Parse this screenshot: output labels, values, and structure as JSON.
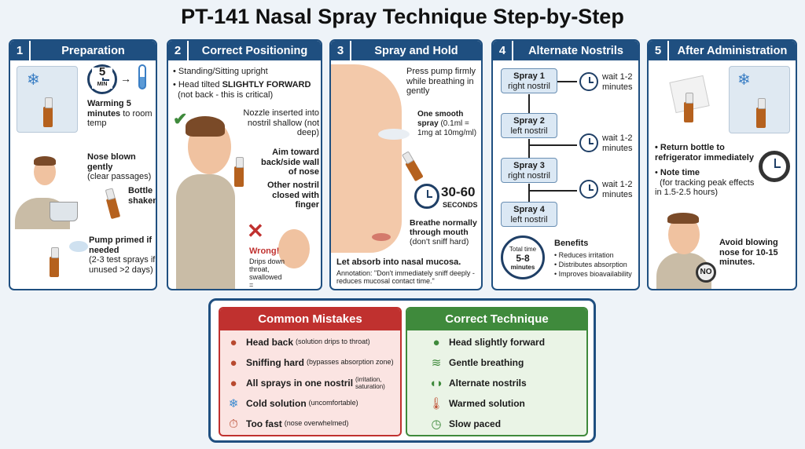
{
  "title": "PT-141 Nasal Spray Technique Step-by-Step",
  "panels": [
    {
      "num": "1",
      "title": "Preparation",
      "timer": "5",
      "timer_unit": "MIN",
      "warm_b": "Warming 5 minutes",
      "warm": "to room temp",
      "blow_b": "Nose blown gently",
      "blow": "(clear passages)",
      "shake": "Bottle shaken",
      "prime_b": "Pump primed if needed",
      "prime": "(2-3 test sprays if unused >2 days)"
    },
    {
      "num": "2",
      "title": "Correct Positioning",
      "bullet1": "Standing/Sitting upright",
      "bullet2_pre": "Head tilted ",
      "bullet2_b": "SLIGHTLY FORWARD",
      "bullet2_post": "(not back - this is critical)",
      "nozzle": "Nozzle inserted into nostril shallow (not deep)",
      "aim": "Aim toward back/side wall of nose",
      "other": "Other nostril closed with finger",
      "wrong": "Wrong!",
      "wrong_desc": "Drips down throat, swallowed = destroyed."
    },
    {
      "num": "3",
      "title": "Spray and Hold",
      "press": "Press pump firmly while breathing in gently",
      "one_b": "One smooth spray",
      "one": "(0.1ml = 1mg at 10mg/ml)",
      "hold": "30-60",
      "hold_unit": "SECONDS",
      "breathe_b": "Breathe normally through mouth",
      "breathe": "(don't sniff hard)",
      "absorb": "Let absorb into nasal mucosa.",
      "annotation": "Annotation: \"Don't immediately sniff deeply - reduces mucosal contact time.\""
    },
    {
      "num": "4",
      "title": "Alternate Nostrils",
      "sprays": [
        {
          "name": "Spray 1",
          "side": "right nostril"
        },
        {
          "name": "Spray 2",
          "side": "left nostril"
        },
        {
          "name": "Spray 3",
          "side": "right nostril"
        },
        {
          "name": "Spray 4",
          "side": "left nostril"
        }
      ],
      "wait": "wait 1-2 minutes",
      "total_label": "Total time",
      "total": "5-8",
      "total_unit": "minutes",
      "benefits_title": "Benefits",
      "benefits": [
        "Reduces irritation",
        "Distributes absorption",
        "Improves bioavailability"
      ]
    },
    {
      "num": "5",
      "title": "After Administration",
      "return": "Return bottle to refrigerator immediately",
      "note_b": "Note time",
      "note": "(for tracking peak effects in 1.5-2.5 hours)",
      "avoid": "Avoid blowing nose for 10-15 minutes.",
      "no": "NO"
    }
  ],
  "mistakes": {
    "title": "Common Mistakes",
    "color": "#c0312f",
    "items": [
      {
        "icon": "head-back-icon",
        "label": "Head back",
        "note": "(solution drips to throat)"
      },
      {
        "icon": "sniffing-icon",
        "label": "Sniffing hard",
        "note": "(bypasses absorption zone)"
      },
      {
        "icon": "one-nostril-icon",
        "label": "All sprays in one nostril",
        "note": "(irritation, saturation)"
      },
      {
        "icon": "snowflake-icon",
        "label": "Cold solution",
        "note": "(uncomfortable)"
      },
      {
        "icon": "stopwatch-icon",
        "label": "Too fast",
        "note": "(nose overwhelmed)"
      }
    ]
  },
  "correct": {
    "title": "Correct Technique",
    "color": "#3f8a3c",
    "items": [
      {
        "icon": "head-forward-icon",
        "label": "Head slightly forward"
      },
      {
        "icon": "wind-icon",
        "label": "Gentle breathing"
      },
      {
        "icon": "alternate-nostrils-icon",
        "label": "Alternate nostrils"
      },
      {
        "icon": "thermometer-icon",
        "label": "Warmed solution"
      },
      {
        "icon": "clock-icon",
        "label": "Slow paced"
      }
    ]
  }
}
